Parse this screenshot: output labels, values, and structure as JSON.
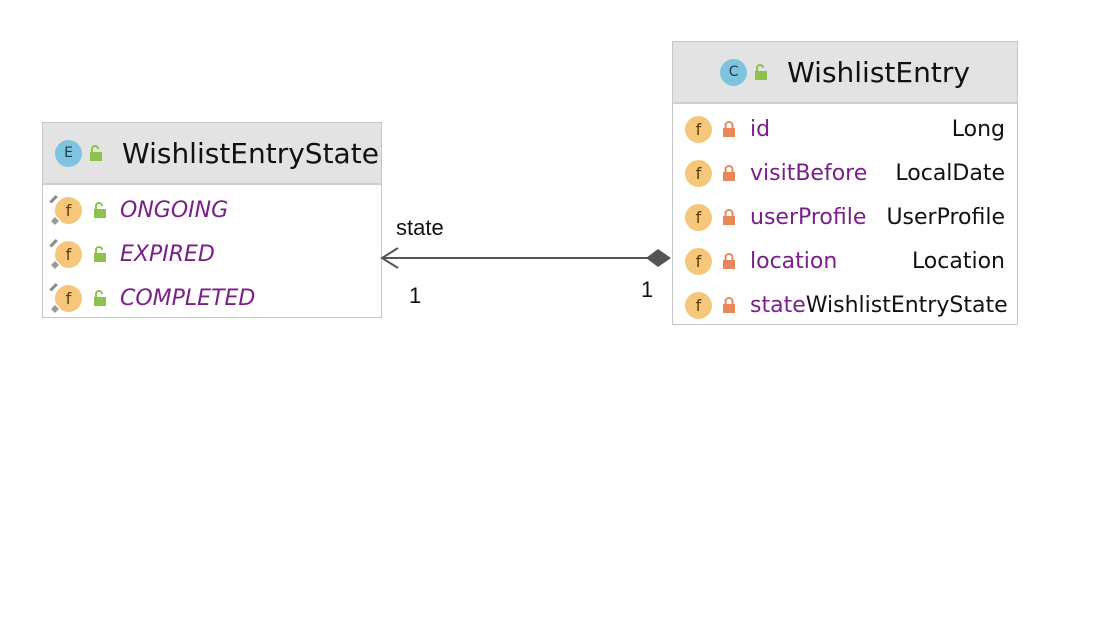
{
  "enum_class": {
    "kind_letter": "E",
    "name": "WishlistEntryState",
    "constants": [
      {
        "name": "ONGOING"
      },
      {
        "name": "EXPIRED"
      },
      {
        "name": "COMPLETED"
      }
    ]
  },
  "entity_class": {
    "kind_letter": "C",
    "name": "WishlistEntry",
    "fields": [
      {
        "name": "id",
        "type": "Long"
      },
      {
        "name": "visitBefore",
        "type": "LocalDate"
      },
      {
        "name": "userProfile",
        "type": "UserProfile"
      },
      {
        "name": "location",
        "type": "Location"
      },
      {
        "name": "state",
        "type": "WishlistEntryState"
      }
    ]
  },
  "association": {
    "role_label": "state",
    "target_multiplicity": "1",
    "source_multiplicity": "1"
  },
  "field_badge_letter": "f",
  "colors": {
    "header_bg": "#e3e3e3",
    "field_name": "#7a1f8a",
    "field_badge": "#f6c77a",
    "kind_badge": "#7fc4df",
    "public_vis": "#8bc34a",
    "private_vis": "#e8875a",
    "edge": "#555555"
  }
}
